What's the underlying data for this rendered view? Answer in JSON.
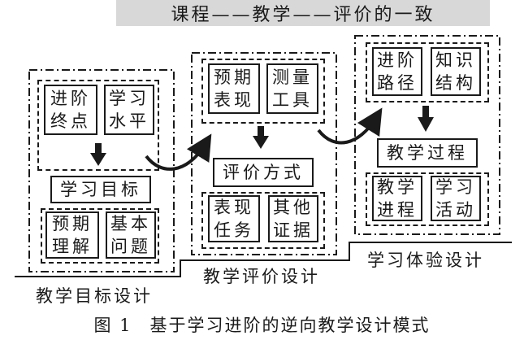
{
  "banner": "课程——教学——评价的一致",
  "section1": {
    "title": "教学目标设计",
    "box_a": "进阶终点",
    "box_b": "学习水平",
    "box_goal": "学习目标",
    "box_c": "预期理解",
    "box_d": "基本问题"
  },
  "section2": {
    "title": "教学评价设计",
    "box_a": "预期表现",
    "box_b": "测量工具",
    "box_method": "评价方式",
    "box_c": "表现任务",
    "box_d": "其他证据"
  },
  "section3": {
    "title": "学习体验设计",
    "box_a": "进阶路径",
    "box_b": "知识结构",
    "box_process": "教学过程",
    "box_c": "教学进程",
    "box_d": "学习活动"
  },
  "caption": {
    "figure_number": "图 1",
    "text": "基于学习进阶的逆向教学设计模式"
  }
}
